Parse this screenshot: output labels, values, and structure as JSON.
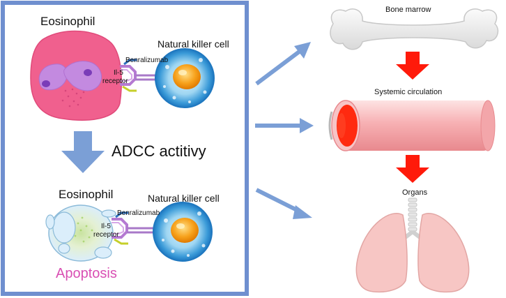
{
  "left_panel": {
    "top": {
      "eosinophil_label": "Eosinophil",
      "nk_label": "Natural killer cell",
      "drug_label": "Benralizumab",
      "receptor_label_line1": "Il-5",
      "receptor_label_line2": "receptor"
    },
    "adcc_label": "ADCC actitivy",
    "bottom": {
      "eosinophil_label": "Eosinophil",
      "nk_label": "Natural killer cell",
      "drug_label": "Benralizumab",
      "receptor_label_line1": "Il-5",
      "receptor_label_line2": "receptor",
      "apoptosis_label": "Apoptosis"
    }
  },
  "right_panel": {
    "bone_marrow_label": "Bone marrow",
    "circulation_label": "Systemic circulation",
    "organs_label": "Organs"
  },
  "colors": {
    "frame_blue": "#6f8fcf",
    "connector_blue": "#7b9fd6",
    "flow_red": "#ff1a0a",
    "eosinophil_pink": "#f0608e",
    "nucleus_violet": "#c38ae0",
    "nk_blue": "#2a8fd4",
    "apoptosis_magenta": "#d94fb3",
    "vessel_pink": "#f7b3b6",
    "lung_pink": "#f7c6c4"
  }
}
